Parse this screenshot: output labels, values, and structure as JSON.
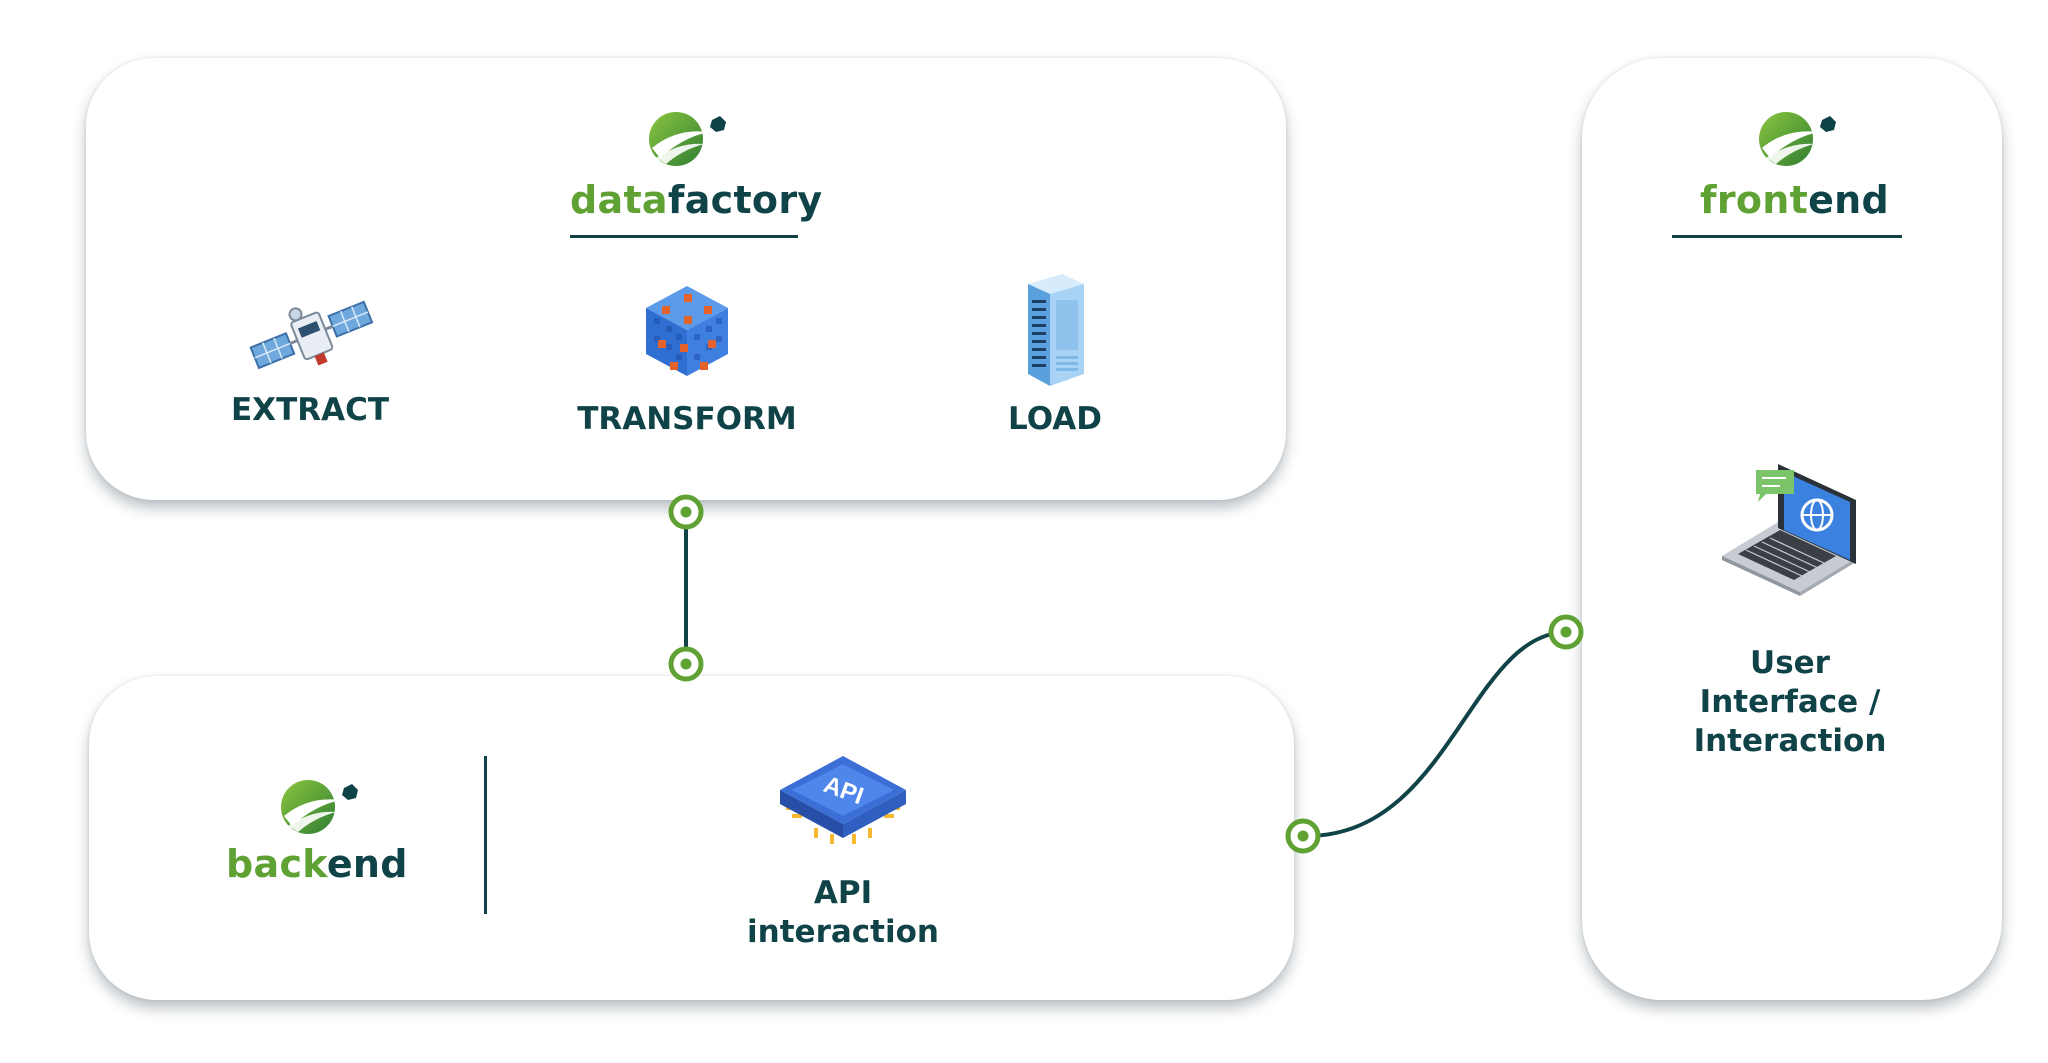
{
  "datafactory": {
    "brand_prefix": "data",
    "brand_suffix": "factory",
    "steps": {
      "extract": "EXTRACT",
      "transform": "TRANSFORM",
      "load": "LOAD"
    }
  },
  "backend": {
    "brand_prefix": "back",
    "brand_suffix": "end",
    "api_line1": "API",
    "api_line2": "interaction",
    "chip_text": "API"
  },
  "frontend": {
    "brand_prefix": "front",
    "brand_suffix": "end",
    "ui_line1": "User",
    "ui_line2": "Interface /",
    "ui_line3": "Interaction"
  },
  "colors": {
    "brand_green": "#5fa132",
    "dark_teal": "#0f4348",
    "connector": "#0f4348"
  },
  "icons": [
    "globe-logo-icon",
    "satellite-icon",
    "data-cube-icon",
    "server-icon",
    "api-chip-icon",
    "laptop-icon"
  ]
}
